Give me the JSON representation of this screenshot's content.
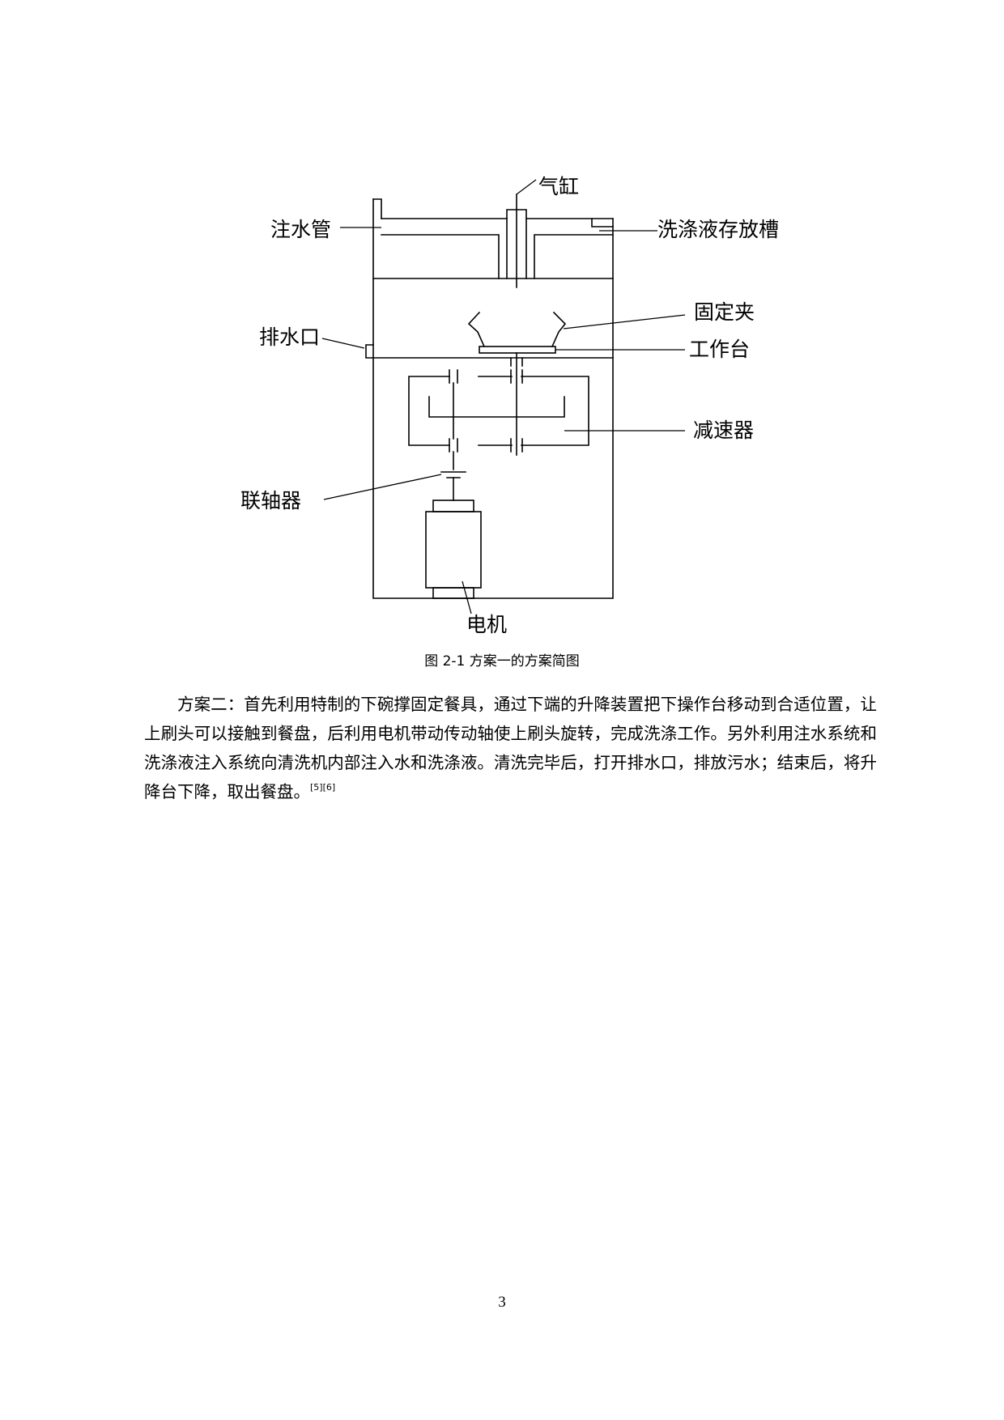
{
  "figure": {
    "labels": {
      "cylinder": "气缸",
      "water_pipe": "注水管",
      "detergent_tank": "洗涤液存放槽",
      "fixing_clamp": "固定夹",
      "drain_outlet": "排水口",
      "worktable": "工作台",
      "reducer": "减速器",
      "coupling": "联轴器",
      "motor": "电机"
    },
    "caption": "图 2-1 方案一的方案简图"
  },
  "body": {
    "paragraph_main": "方案二：首先利用特制的下碗撑固定餐具，通过下端的升降装置把下操作台移动到合适位置，让上刷头可以接触到餐盘，后利用电机带动传动轴使上刷头旋转，完成洗涤工作。另外利用注水系统和洗涤液注入系统向清洗机内部注入水和洗涤液。清洗完毕后，打开排水口，排放污水；结束后，将升降台下降，取出餐盘。",
    "citation": "[5][6]"
  },
  "footer": {
    "page_number": "3"
  }
}
